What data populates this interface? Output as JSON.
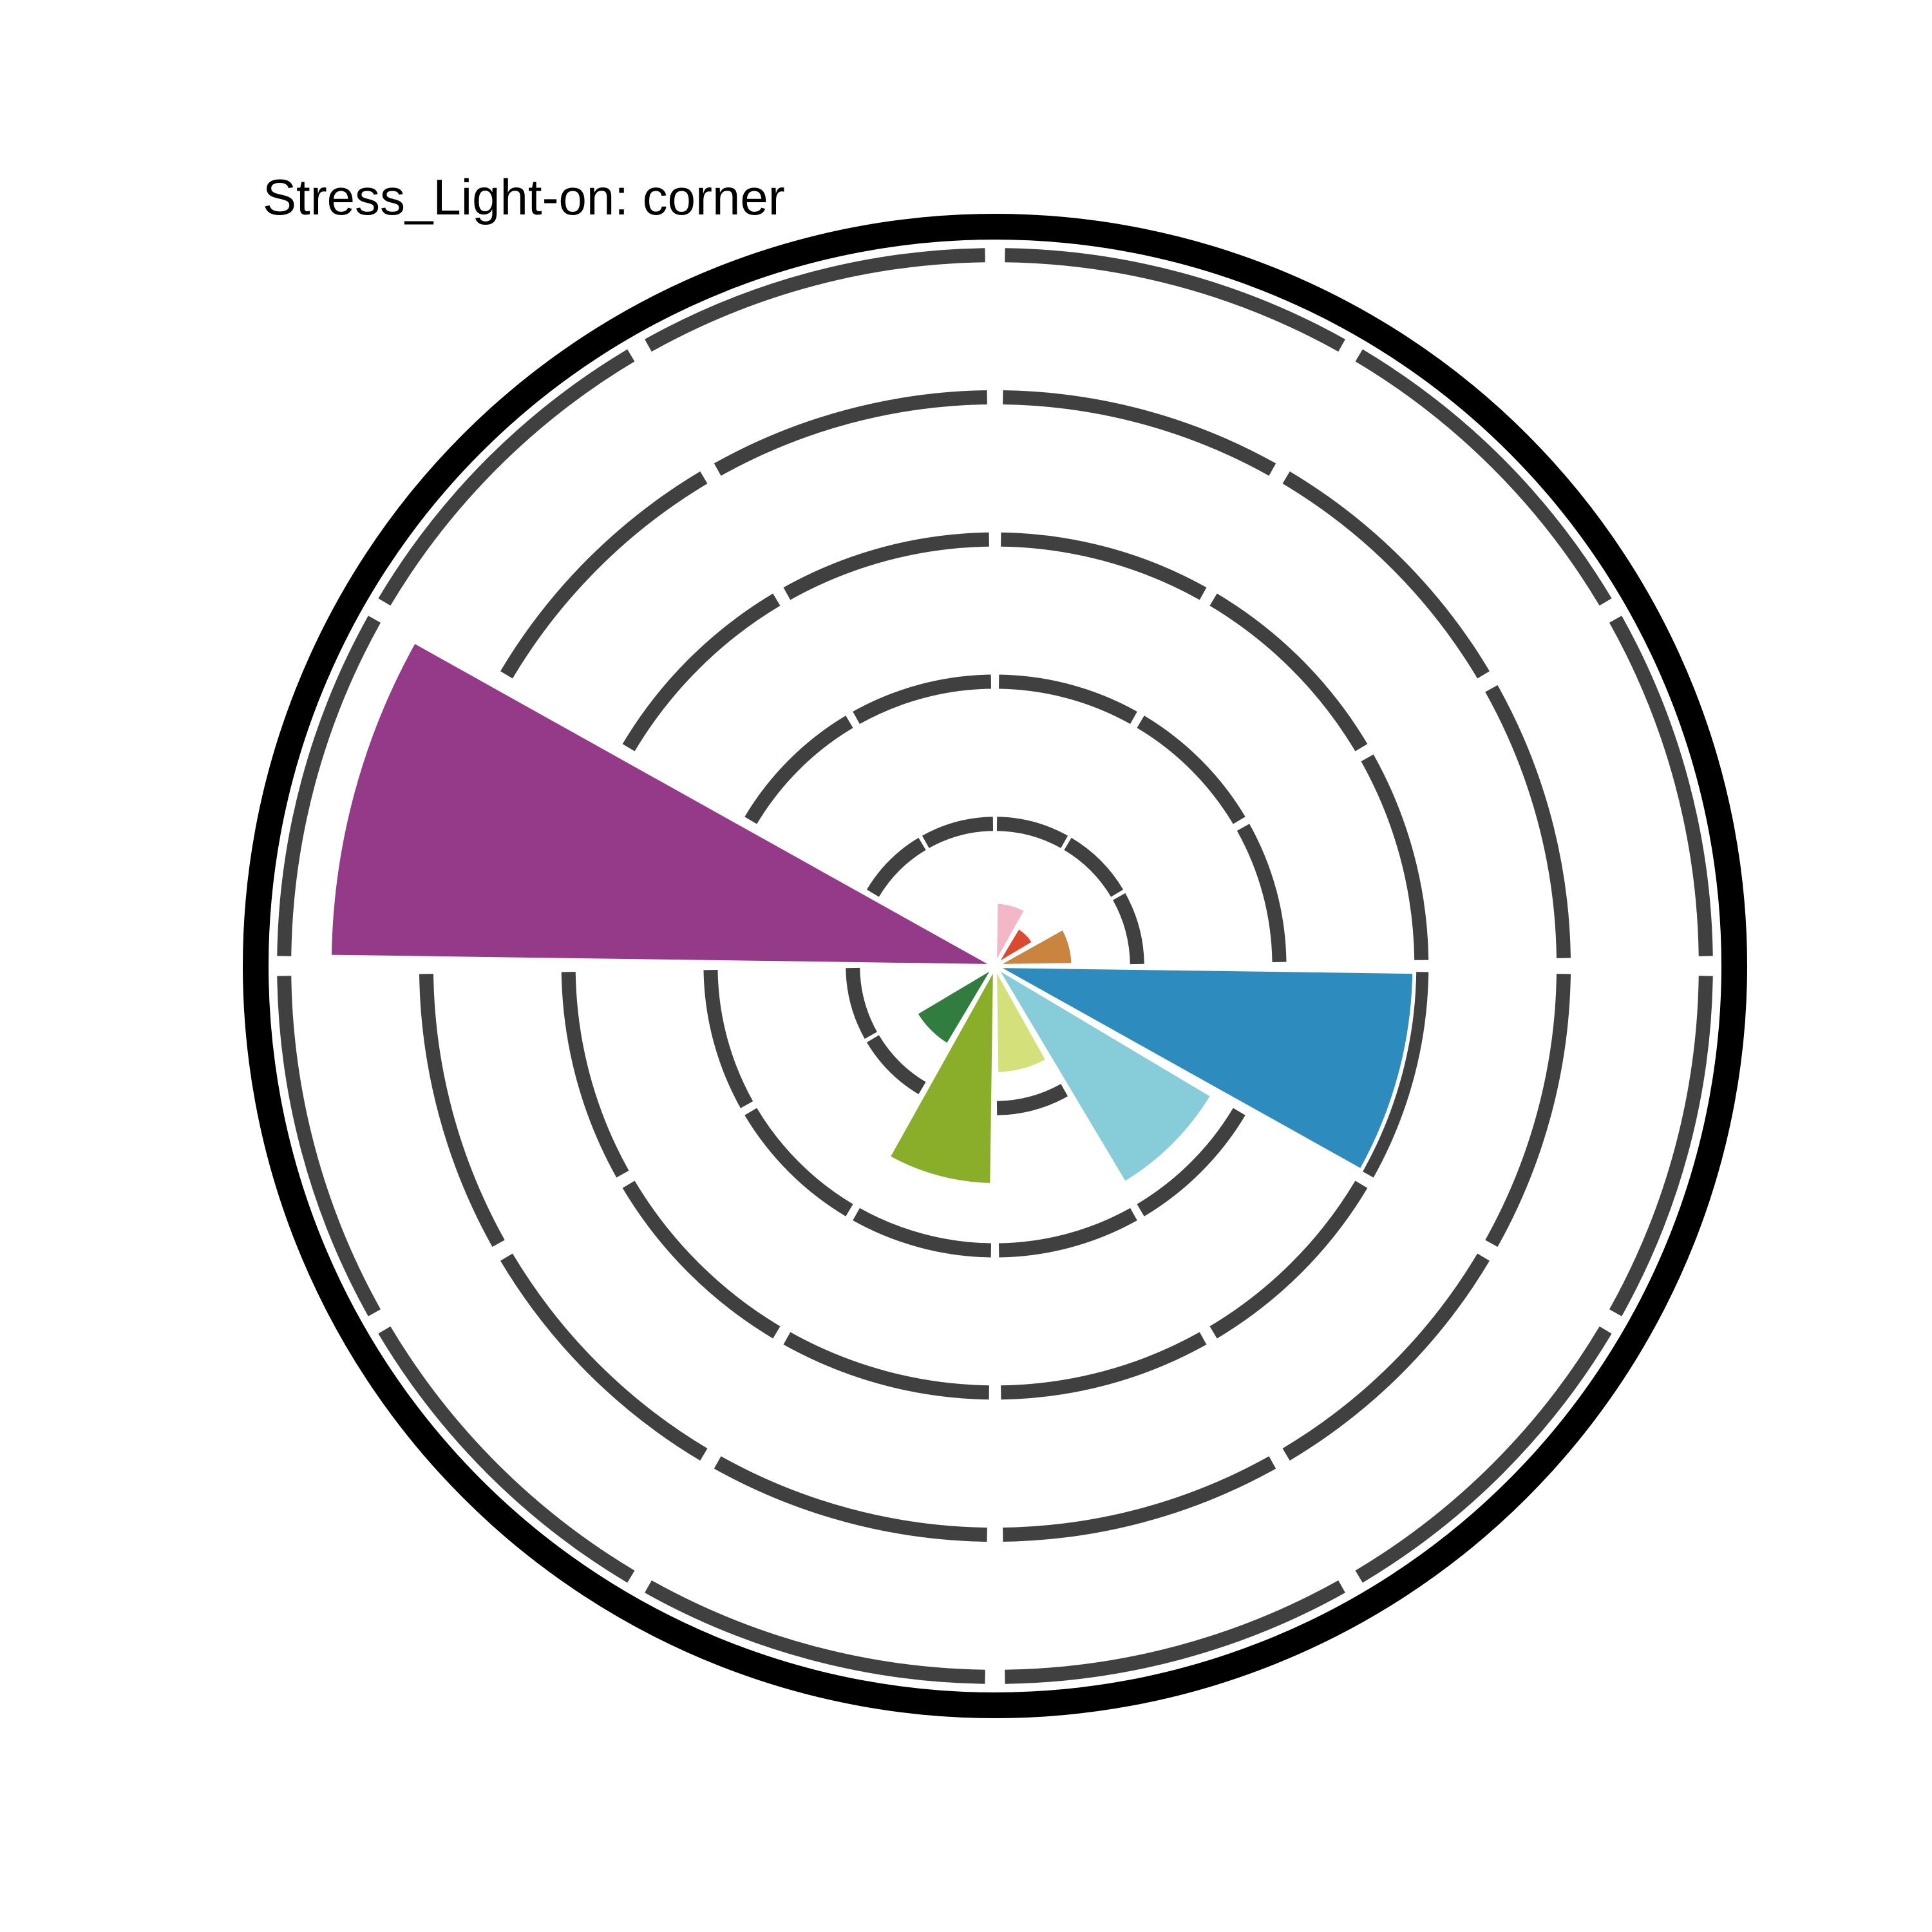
{
  "chart_data": {
    "type": "polar-bar",
    "title": "Stress_Light-on: corner",
    "grid": true,
    "value_max": 52,
    "gridline_values": [
      10,
      20,
      30,
      40,
      50
    ],
    "start_angle_deg": 0,
    "direction": "clockwise",
    "sectors": 12,
    "series": [
      {
        "sector": 1,
        "value": 4.5,
        "color": "#F3B8C8"
      },
      {
        "sector": 2,
        "value": 3.2,
        "color": "#D94A2E"
      },
      {
        "sector": 3,
        "value": 5.5,
        "color": "#C98540"
      },
      {
        "sector": 4,
        "value": 29.5,
        "color": "#2E8BBE"
      },
      {
        "sector": 5,
        "value": 17.8,
        "color": "#86CCD9"
      },
      {
        "sector": 6,
        "value": 7.6,
        "color": "#D4E07A"
      },
      {
        "sector": 7,
        "value": 15.4,
        "color": "#8AAE2A"
      },
      {
        "sector": 8,
        "value": 6.5,
        "color": "#317D3F"
      },
      {
        "sector": 9,
        "value": 0,
        "color": "#4BA86D"
      },
      {
        "sector": 10,
        "value": 46.8,
        "color": "#953A89"
      },
      {
        "sector": 11,
        "value": 0,
        "color": "#6B2D86"
      },
      {
        "sector": 12,
        "value": 0,
        "color": "#B58AC2"
      }
    ],
    "colors": {
      "outer_ring": "#000000",
      "gridline": "#404040",
      "background": "#ffffff"
    }
  }
}
